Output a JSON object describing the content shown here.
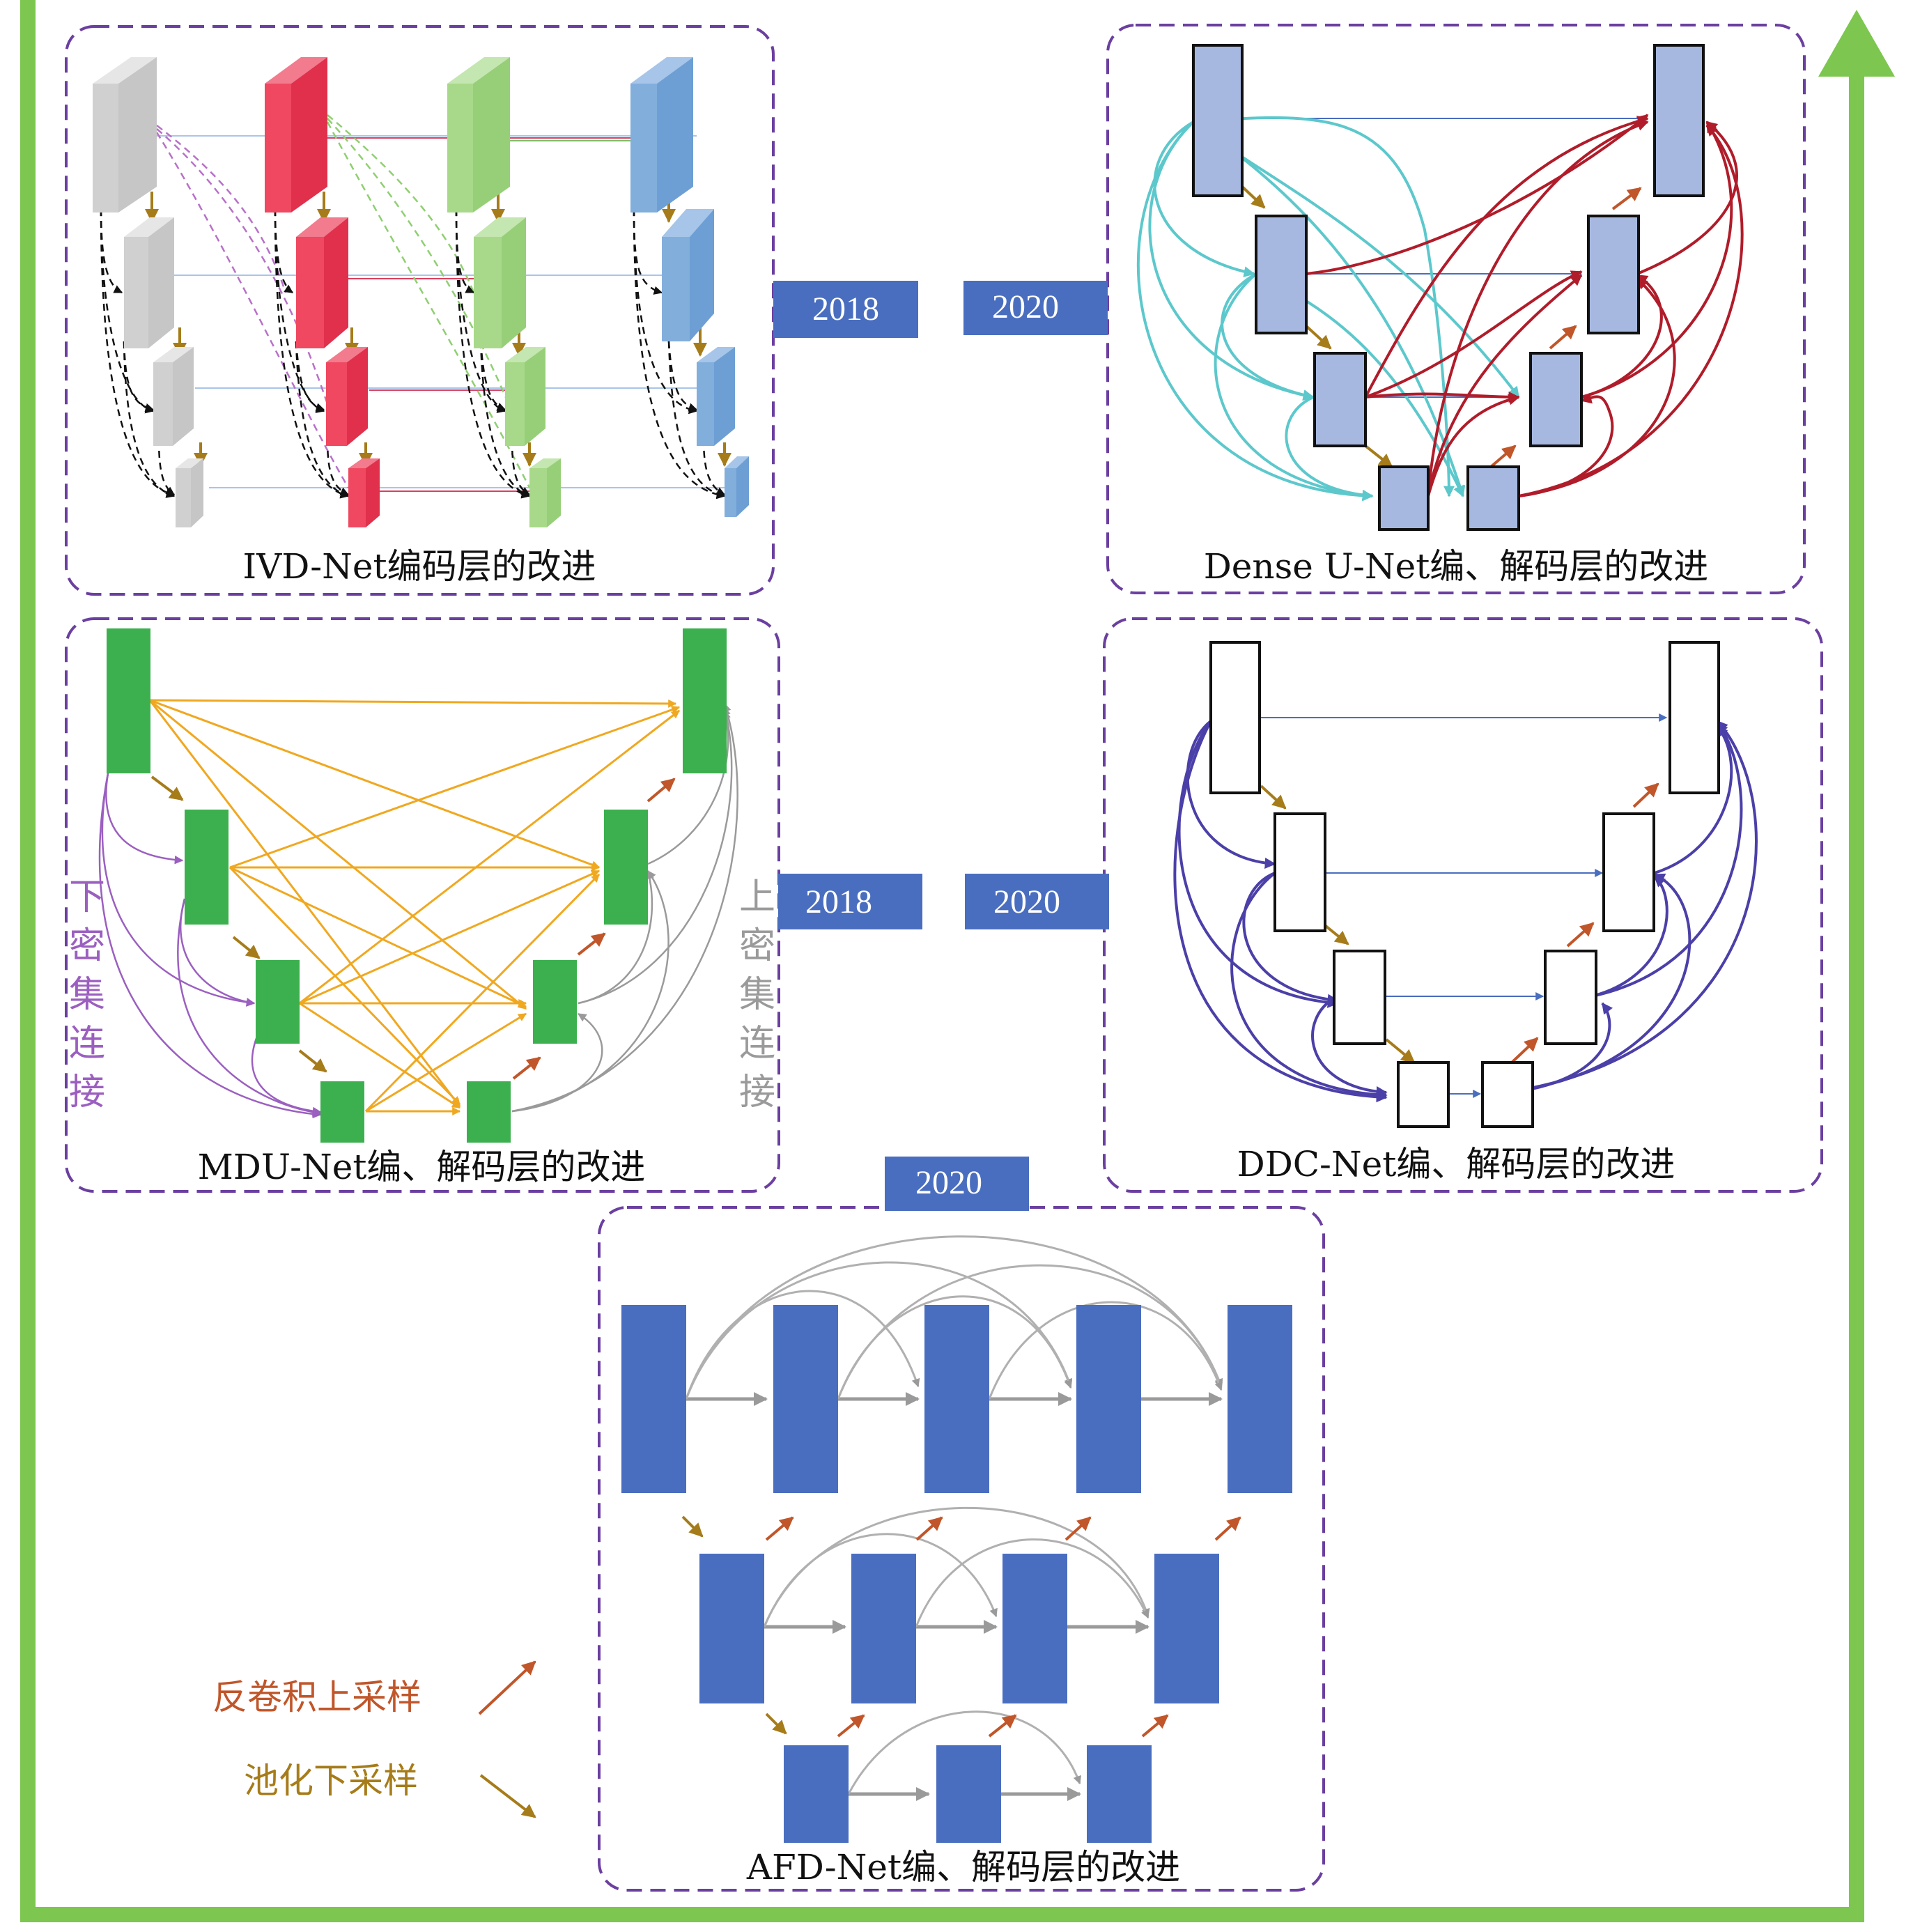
{
  "panels": {
    "ivd": {
      "caption": "IVD-Net编码层的改进"
    },
    "dense": {
      "caption": "Dense U-Net编、解码层的改进"
    },
    "mdu": {
      "caption": "MDU-Net编、解码层的改进",
      "left_label": [
        "下",
        "密",
        "集",
        "连",
        "接"
      ],
      "right_label": [
        "上",
        "密",
        "集",
        "连",
        "接"
      ]
    },
    "ddc": {
      "caption": "DDC-Net编、解码层的改进"
    },
    "afd": {
      "caption": "AFD-Net编、解码层的改进"
    }
  },
  "years": {
    "top_left": "2018",
    "top_right": "2020",
    "mid_left": "2018",
    "mid_right": "2020",
    "bottom": "2020"
  },
  "legend": {
    "upsample": "反卷积上采样",
    "pooling": "池化下采样"
  },
  "colors": {
    "timeline": "#7dc64f",
    "year_box": "#4a6ebf",
    "panel_border": "#6b3fa0",
    "upsample_arrow": "#c0562a",
    "pooling_arrow": "#a67c1a",
    "dense_skip_cyan": "#5cc8cc",
    "dense_skip_red": "#b01c2a",
    "mdu_cross": "#f0a820",
    "mdu_down": "#9b5fc0",
    "mdu_up": "#9a9a9a",
    "ddc_skip": "#4b3fa8",
    "afd_block": "#4a6ebf"
  }
}
